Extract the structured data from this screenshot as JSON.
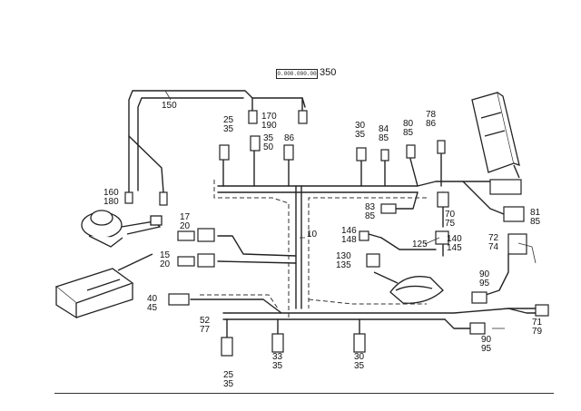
{
  "diagram": {
    "part_number": "0.000.000.00",
    "callouts": {
      "c350": "350",
      "c150": "150",
      "c160": [
        "160",
        "180"
      ],
      "c170": [
        "170",
        "190"
      ],
      "c25top": [
        "25",
        "35"
      ],
      "c35_50": [
        "35",
        "50"
      ],
      "c86": "86",
      "c30top": [
        "30",
        "35"
      ],
      "c84": [
        "84",
        "85"
      ],
      "c80": [
        "80",
        "85"
      ],
      "c78": [
        "78",
        "86"
      ],
      "c17": [
        "17",
        "20"
      ],
      "c15": [
        "15",
        "20"
      ],
      "c10": "10",
      "c83": [
        "83",
        "85"
      ],
      "c70": [
        "70",
        "75"
      ],
      "c81": [
        "81",
        "85"
      ],
      "c146": [
        "146",
        "148"
      ],
      "c130": [
        "130",
        "135"
      ],
      "c125": "125",
      "c140": [
        "140",
        "145"
      ],
      "c72": [
        "72",
        "74"
      ],
      "c40": [
        "40",
        "45"
      ],
      "c52": [
        "52",
        "77"
      ],
      "c90a": [
        "90",
        "95"
      ],
      "c71": [
        "71",
        "79"
      ],
      "c90b": [
        "90",
        "95"
      ],
      "c25bot": [
        "25",
        "35"
      ],
      "c33": [
        "33",
        "35"
      ],
      "c30bot": [
        "30",
        "35"
      ]
    }
  }
}
